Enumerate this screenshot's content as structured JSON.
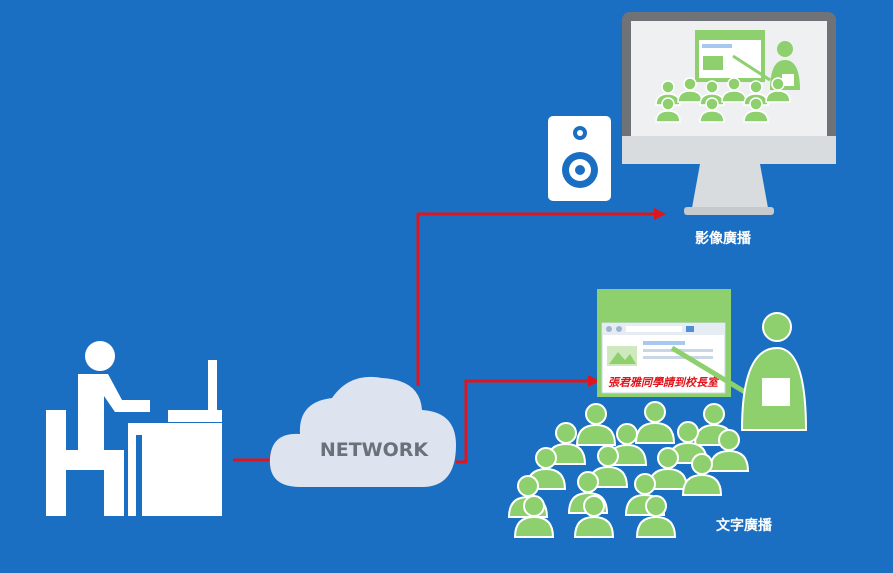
{
  "diagram": {
    "network_label": "NETWORK",
    "video_broadcast_label": "影像廣播",
    "text_broadcast_label": "文字廣播",
    "scrolling_text": "張君雅同學請到校長室"
  },
  "colors": {
    "background": "#1b6fc2",
    "arrow": "#e0141b",
    "audience_green": "#8fd06e",
    "cloud": "#dde4ef",
    "monitor_frame": "#6f7377",
    "white": "#ffffff"
  }
}
